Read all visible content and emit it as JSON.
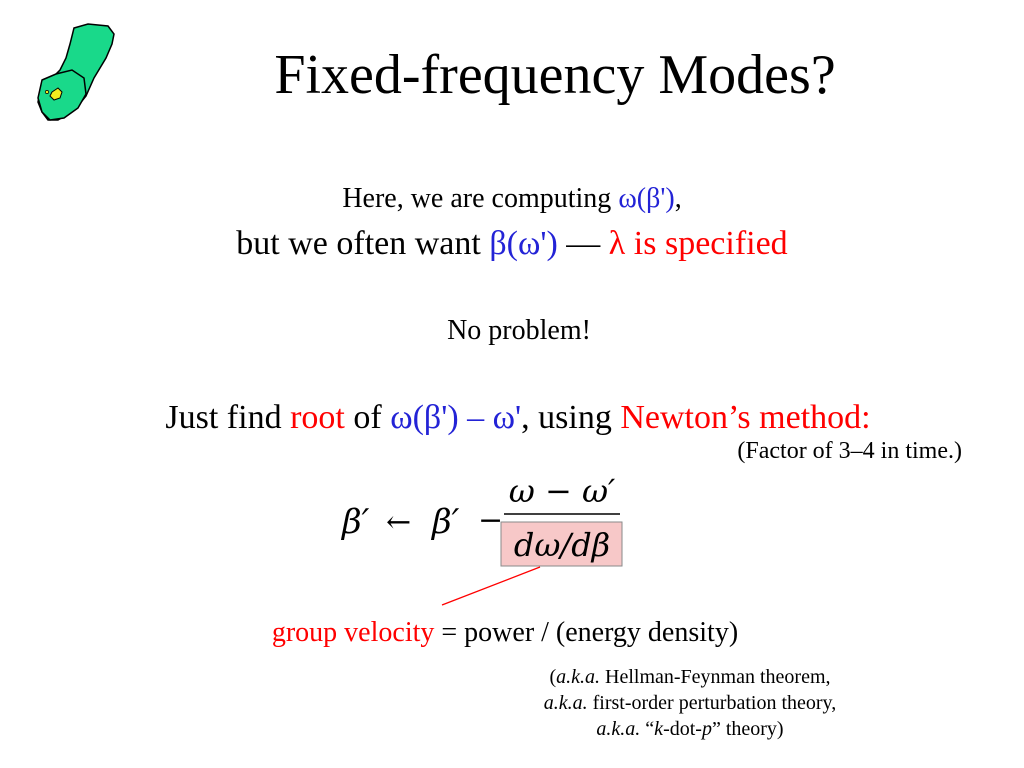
{
  "colors": {
    "accent_red": "#ff0000",
    "accent_blue": "#2323d6",
    "logo_green": "#19d98a",
    "logo_yellow": "#f2ec1e",
    "highlight_box": "#f7c8c8"
  },
  "logo": {
    "icon": "green-blob-logo-icon"
  },
  "title": "Fixed-frequency Modes?",
  "line1": {
    "prefix": "Here, we are computing ",
    "expr": "ω(β')",
    "suffix": ","
  },
  "line2": {
    "prefix": "but we often want ",
    "expr": "β(ω')",
    "dash": " — ",
    "specified": "λ is specified"
  },
  "no_problem": "No problem!",
  "newton": {
    "prefix": "Just find ",
    "root": "root",
    "of": " of ",
    "expr": "ω(β') – ω'",
    "using": ", using ",
    "method": "Newton’s method:"
  },
  "factor_note": "(Factor of 3–4 in time.)",
  "formula": {
    "lhs": "β′",
    "arrow": "←",
    "rhs": "β′",
    "minus": "−",
    "numerator": "ω − ω′",
    "denominator": "dω/dβ"
  },
  "group_velocity": {
    "label": "group velocity",
    "rest": " = power / (energy density)"
  },
  "aka": {
    "l1_open": "(",
    "l1_aka": "a.k.a.",
    "l1_text": " Hellman-Feynman theorem,",
    "l2_aka": "a.k.a.",
    "l2_text": " first-order perturbation theory,",
    "l3_aka": "a.k.a.",
    "l3_q1": " “",
    "l3_k": "k",
    "l3_dot": "-dot-",
    "l3_p": "p",
    "l3_q2": "” theory)"
  }
}
